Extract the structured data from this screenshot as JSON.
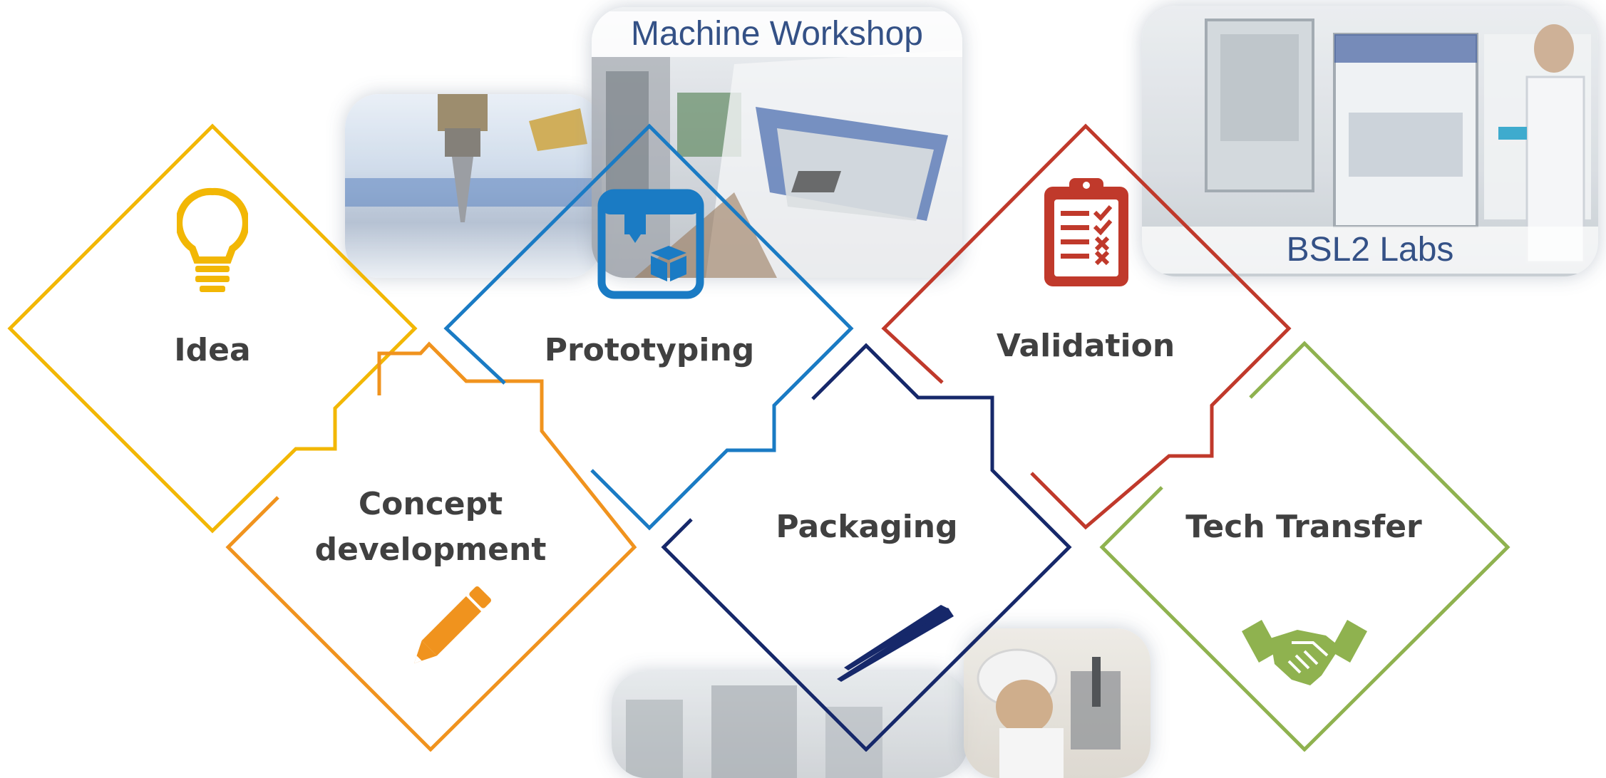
{
  "photos": {
    "machine_workshop": {
      "caption": "Machine Workshop"
    },
    "bsl2_labs": {
      "caption": "BSL2 Labs"
    }
  },
  "stages": {
    "idea": {
      "label": "Idea",
      "color": "#f2b705",
      "icon": "lightbulb-icon"
    },
    "concept": {
      "label_line1": "Concept",
      "label_line2": "development",
      "color": "#f0931e",
      "icon": "pencil-icon"
    },
    "prototyping": {
      "label": "Prototyping",
      "color": "#1a7bc4",
      "icon": "3d-printer-icon"
    },
    "packaging": {
      "label": "Packaging",
      "color": "#16286a",
      "icon": "tweezers-icon"
    },
    "validation": {
      "label": "Validation",
      "color": "#c0392b",
      "icon": "clipboard-checklist-icon"
    },
    "tech_transfer": {
      "label": "Tech Transfer",
      "color": "#8fb24f",
      "icon": "handshake-icon"
    }
  }
}
